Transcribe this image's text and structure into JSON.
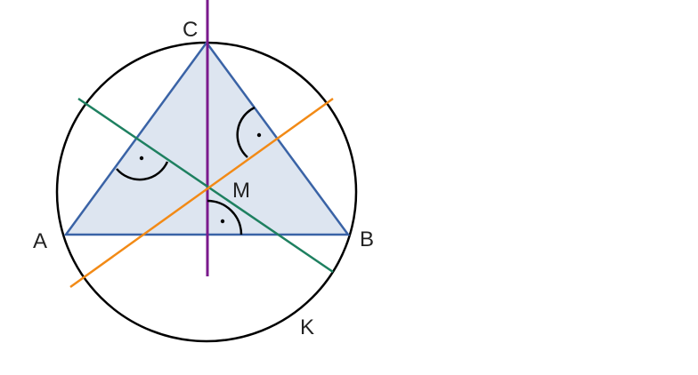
{
  "points": {
    "a": "A",
    "b": "B",
    "c": "C",
    "m": "M"
  },
  "circle_label": "K",
  "colors": {
    "triangle_fill": "#dde5f0",
    "triangle_stroke": "#3a63a6",
    "circle": "#000000",
    "bisector_ab": "#7a1a8c",
    "bisector_ac": "#1e8060",
    "bisector_bc": "#f28a16",
    "right_angle_marks": "#000000"
  }
}
